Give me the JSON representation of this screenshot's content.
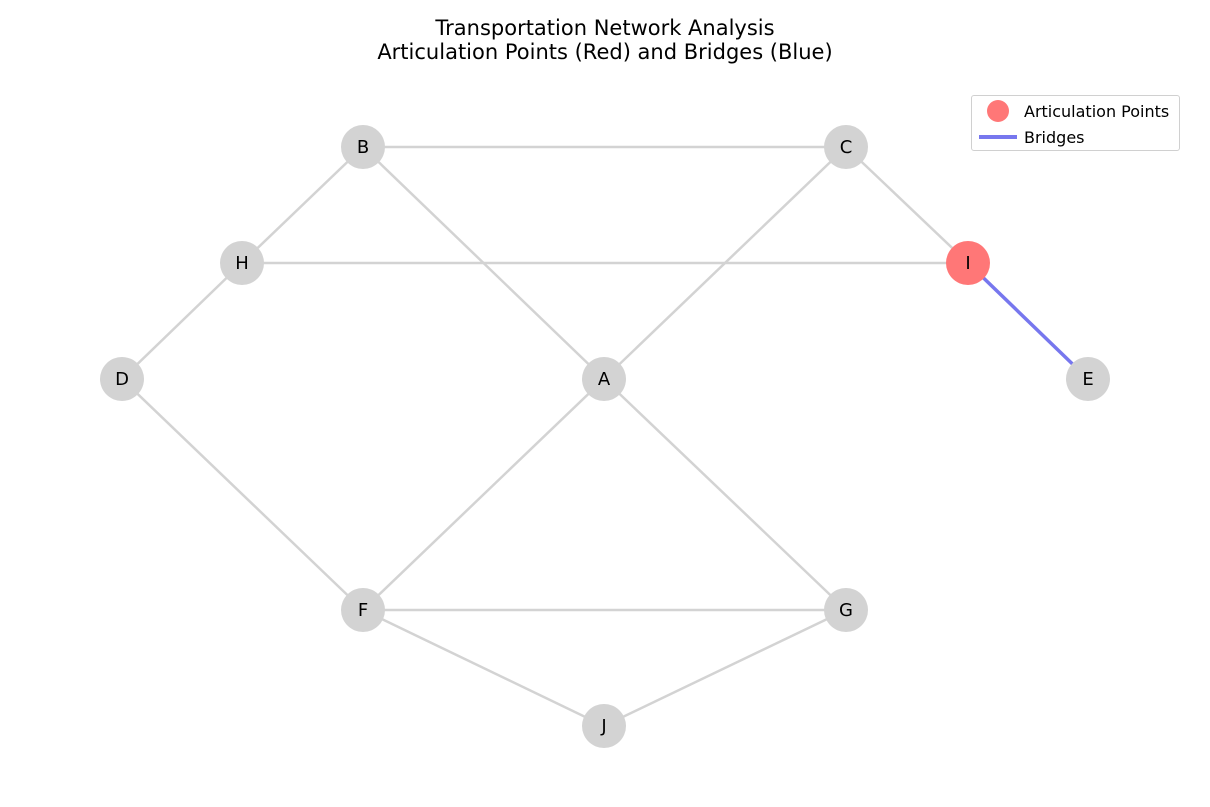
{
  "title": {
    "line1": "Transportation Network Analysis",
    "line2": "Articulation Points (Red) and Bridges (Blue)"
  },
  "colors": {
    "node_default": "#d3d3d3",
    "node_articulation": "#ff7777",
    "edge_default": "#d3d3d3",
    "edge_bridge": "#7777ee"
  },
  "graph": {
    "nodes": [
      {
        "id": "A",
        "label": "A",
        "articulation": false
      },
      {
        "id": "B",
        "label": "B",
        "articulation": false
      },
      {
        "id": "C",
        "label": "C",
        "articulation": false
      },
      {
        "id": "D",
        "label": "D",
        "articulation": false
      },
      {
        "id": "E",
        "label": "E",
        "articulation": false
      },
      {
        "id": "F",
        "label": "F",
        "articulation": false
      },
      {
        "id": "G",
        "label": "G",
        "articulation": false
      },
      {
        "id": "H",
        "label": "H",
        "articulation": false
      },
      {
        "id": "I",
        "label": "I",
        "articulation": true
      },
      {
        "id": "J",
        "label": "J",
        "articulation": false
      }
    ],
    "edges": [
      {
        "from": "B",
        "to": "C",
        "bridge": false
      },
      {
        "from": "B",
        "to": "H",
        "bridge": false
      },
      {
        "from": "B",
        "to": "A",
        "bridge": false
      },
      {
        "from": "C",
        "to": "A",
        "bridge": false
      },
      {
        "from": "C",
        "to": "I",
        "bridge": false
      },
      {
        "from": "H",
        "to": "I",
        "bridge": false
      },
      {
        "from": "H",
        "to": "D",
        "bridge": false
      },
      {
        "from": "I",
        "to": "E",
        "bridge": true
      },
      {
        "from": "D",
        "to": "F",
        "bridge": false
      },
      {
        "from": "A",
        "to": "F",
        "bridge": false
      },
      {
        "from": "A",
        "to": "G",
        "bridge": false
      },
      {
        "from": "F",
        "to": "G",
        "bridge": false
      },
      {
        "from": "F",
        "to": "J",
        "bridge": false
      },
      {
        "from": "G",
        "to": "J",
        "bridge": false
      }
    ]
  },
  "legend": {
    "placement": "top-right",
    "items": [
      {
        "label": "Articulation Points",
        "kind": "dot"
      },
      {
        "label": "Bridges",
        "kind": "line"
      }
    ]
  }
}
